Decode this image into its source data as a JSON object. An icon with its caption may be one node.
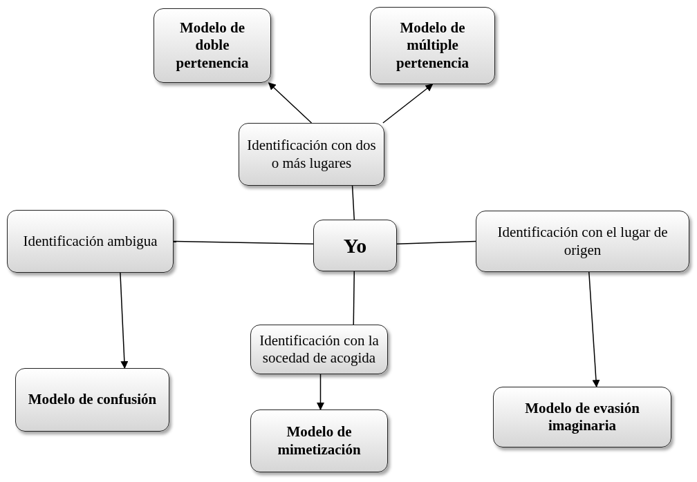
{
  "diagram": {
    "nodes": [
      {
        "text": [
          "Modelo de doble pertenencia"
        ]
      },
      {
        "text": [
          "Modelo de múltiple pertenencia"
        ]
      },
      {
        "text": [
          "Identificación con dos o más lugares"
        ]
      },
      {
        "text": [
          "Identificación ambigua"
        ]
      },
      {
        "text": [
          "Yo"
        ]
      },
      {
        "text": [
          "Identificación con el lugar de origen"
        ]
      },
      {
        "text": [
          "Identificación con la socedad de acogida"
        ]
      },
      {
        "text": [
          "Modelo de confusión"
        ]
      },
      {
        "text": [
          "Modelo de mimetización"
        ]
      },
      {
        "text": [
          "Modelo de evasión imaginaria"
        ]
      }
    ],
    "edges": [
      {
        "from": 2,
        "to": 0,
        "arrow": "to"
      },
      {
        "from": 2,
        "to": 1,
        "arrow": "to"
      },
      {
        "from": 4,
        "to": 2,
        "arrow": "none"
      },
      {
        "from": 4,
        "to": 3,
        "arrow": "none"
      },
      {
        "from": 4,
        "to": 5,
        "arrow": "none"
      },
      {
        "from": 4,
        "to": 6,
        "arrow": "none"
      },
      {
        "from": 3,
        "to": 7,
        "arrow": "to"
      },
      {
        "from": 6,
        "to": 8,
        "arrow": "to"
      },
      {
        "from": 5,
        "to": 9,
        "arrow": "to"
      }
    ]
  }
}
